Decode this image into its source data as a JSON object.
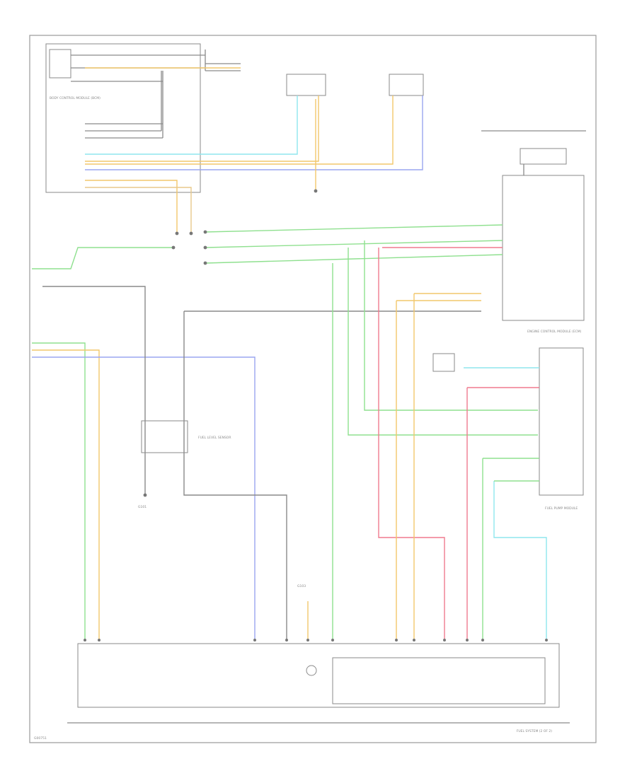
{
  "colors": {
    "green": "#8fe08f",
    "yellow": "#f2c76b",
    "tan": "#e8c98a",
    "cyan": "#8fe6ee",
    "blue": "#9aa6f0",
    "pink": "#f07a8e",
    "gray": "#8a8a8a"
  },
  "labels": {
    "footer_left": "G00751",
    "footer_right": "FUEL SYSTEM (2 OF 2)",
    "upper_left_module": "BODY CONTROL MODULE (BCM)",
    "right_module": "ENGINE CONTROL MODULE (ECM)",
    "fuel_level": "FUEL LEVEL SENSOR",
    "fuel_pump": "FUEL PUMP MODULE",
    "ground_left": "G101",
    "ground_center": "G103"
  }
}
